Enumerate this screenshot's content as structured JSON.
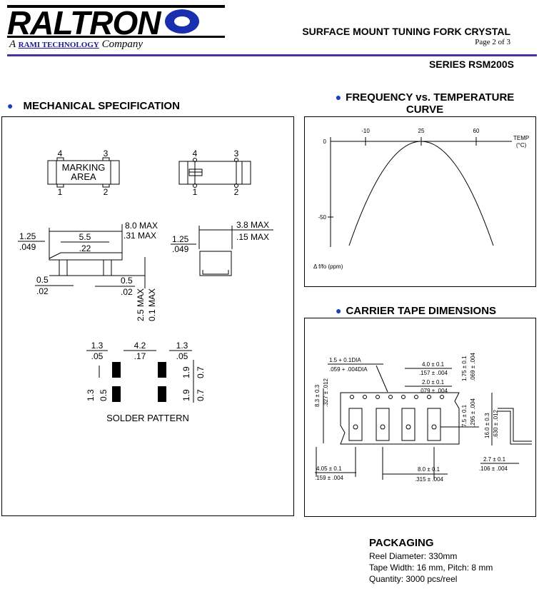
{
  "header": {
    "logo_text": "RALTRON",
    "tagline_prefix": "A",
    "tagline_brand": "RAMI TECHNOLOGY",
    "tagline_suffix": "Company",
    "title": "SURFACE MOUNT TUNING FORK CRYSTAL",
    "page": "Page 2 of 3",
    "series": "SERIES RSM200S",
    "colors": {
      "rule": "#4a2fa0",
      "bullet": "#1a3cc8"
    }
  },
  "mechanical": {
    "heading": "MECHANICAL SPECIFICATION",
    "marking": [
      "MARKING",
      "AREA"
    ],
    "pins": [
      "4",
      "3",
      "1",
      "2"
    ],
    "dims": {
      "len_max_mm": "8.0 MAX",
      "len_max_in": ".31 MAX",
      "w_max_mm": "3.8 MAX",
      "w_max_in": ".15 MAX",
      "left_mm": "1.25",
      "left_in": ".049",
      "right_mm": "1.25",
      "right_in": ".049",
      "mid_mm": "5.5",
      "mid_in": ".22",
      "foot_l_mm": "0.5",
      "foot_l_in": ".02",
      "foot_r_mm": "0.5",
      "foot_r_in": ".02",
      "h_mm": "2.5 MAX",
      "h_in": "0.1 MAX"
    },
    "solder": {
      "label": "SOLDER PATTERN",
      "a_mm": "1.3",
      "a_in": ".05",
      "b_mm": "4.2",
      "b_in": ".17",
      "c_mm": "1.3",
      "c_in": ".05",
      "pad_h_mm": "1.9",
      "pad_h_in": "0.7",
      "gap_mm": "1.3",
      "gap_in": "0.5"
    }
  },
  "freq_curve": {
    "heading_line1": "FREQUENCY vs. TEMPERATURE",
    "heading_line2": "CURVE",
    "x_ticks": [
      "-10",
      "25",
      "60"
    ],
    "x_label": "TEMP",
    "x_unit": "(°C)",
    "y_ticks": [
      "0",
      "-50"
    ],
    "y_label": "Δ f/fo (ppm)"
  },
  "tape": {
    "heading": "CARRIER TAPE DIMENSIONS",
    "hole_dia_mm": "1.5 + 0.1DIA",
    "hole_dia_in": ".059 + .004DIA",
    "pitch4_mm": "4.0 ± 0.1",
    "pitch4_in": ".157 ± .004",
    "pitch2_mm": "2.0 ± 0.1",
    "pitch2_in": ".079 ± .004",
    "edge_mm": "1.75 ± 0.1",
    "edge_in": ".069 ± .004",
    "row_mm": "7.5 ± 0.1",
    "row_in": ".295 ± .004",
    "tape_w_mm": "16.0 ± 0.3",
    "tape_w_in": ".630 ± .012",
    "hole_row_mm": "8.3 ± 0.3",
    "hole_row_in": ".327 ± .012",
    "left_mm": "4.05 ± 0.1",
    "left_in": ".159 ± .004",
    "pitch8_mm": "8.0 ± 0.1",
    "pitch8_in": ".315 ± .004",
    "depth_mm": "2.7 ± 0.1",
    "depth_in": ".106 ± .004"
  },
  "packaging": {
    "title": "PACKAGING",
    "lines": [
      "Reel Diameter: 330mm",
      "Tape Width: 16 mm, Pitch: 8 mm",
      "Quantity: 3000 pcs/reel"
    ]
  }
}
